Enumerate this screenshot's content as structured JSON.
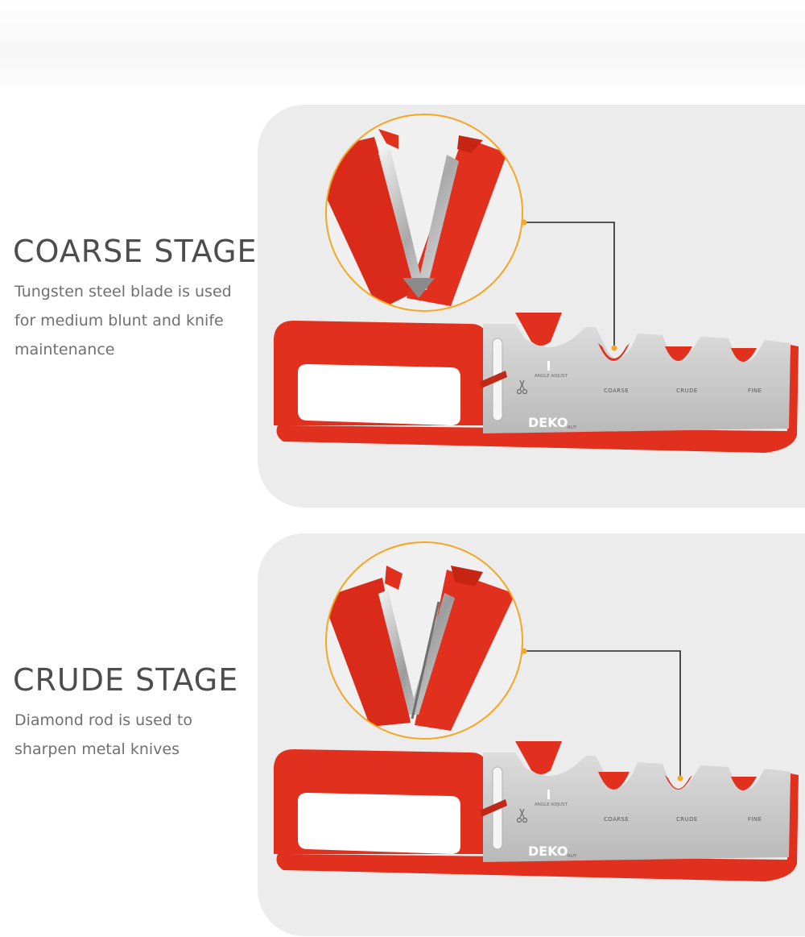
{
  "sections": [
    {
      "title": "COARSE STAGE",
      "description": "Tungsten steel blade is used for medium blunt and knife maintenance",
      "highlighted_slot": "COARSE"
    },
    {
      "title": "CRUDE STAGE",
      "description": "Diamond rod is used to sharpen metal knives",
      "highlighted_slot": "CRUDE"
    }
  ],
  "product": {
    "brand": "DEKO",
    "brand_suffix": "RUT",
    "angle_adjust_label": "ANGLE ADJUST",
    "slot_labels": [
      "COARSE",
      "CRUDE",
      "FINE"
    ],
    "icon": "scissors-icon"
  },
  "colors": {
    "accent_red": "#e2301e",
    "body_gray": "#c8c8c8",
    "callout_orange": "#f5a623",
    "panel_bg": "#ececec"
  }
}
